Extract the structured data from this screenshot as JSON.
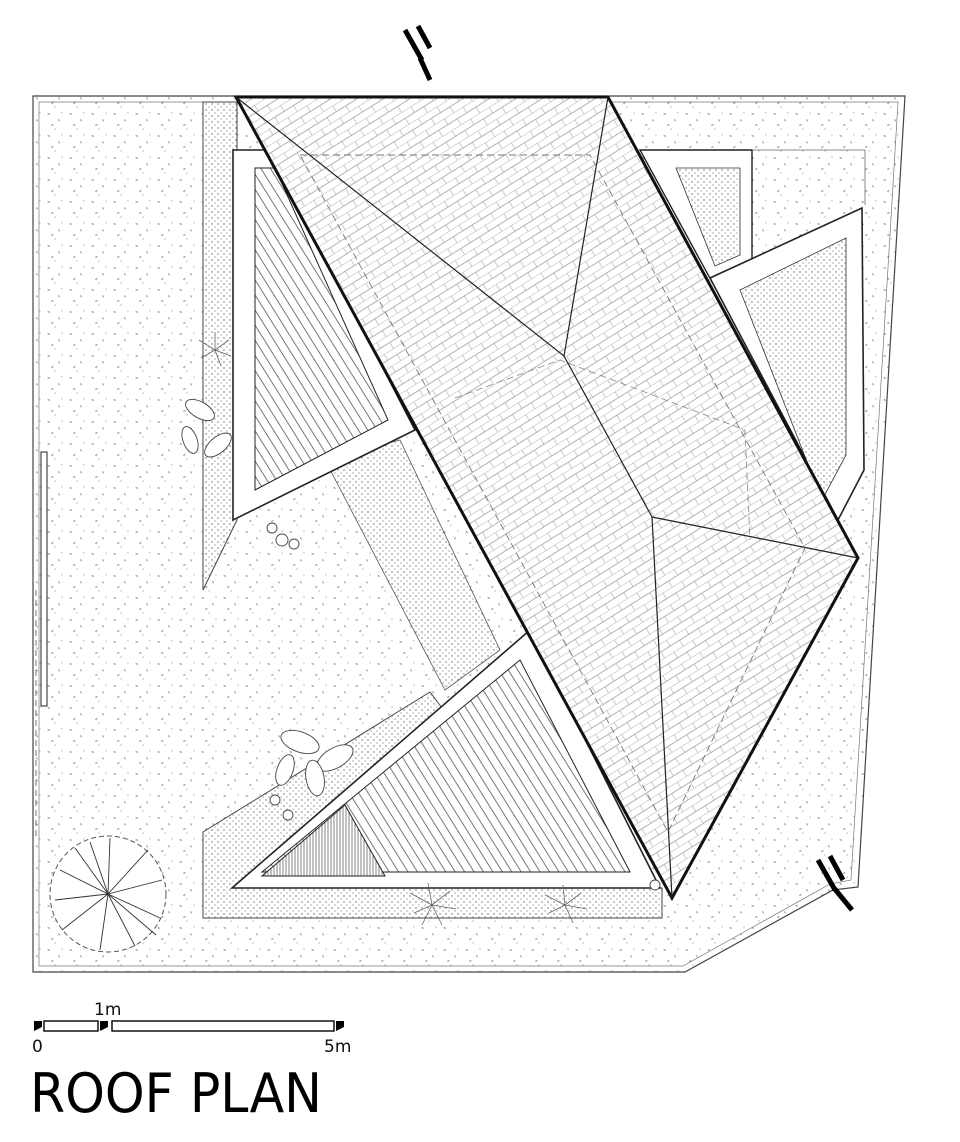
{
  "drawing": {
    "title": "ROOF PLAN",
    "scale_bar": {
      "tick_start": "0",
      "tick_mid": "1m",
      "tick_end": "5m"
    }
  }
}
